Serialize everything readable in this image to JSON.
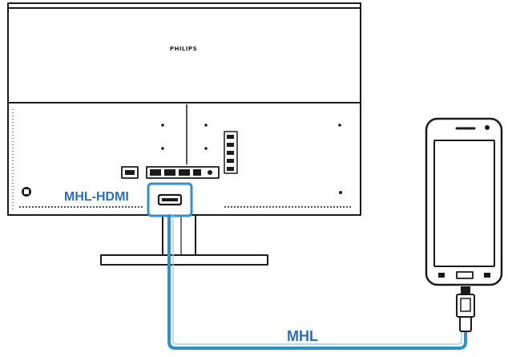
{
  "monitor": {
    "brand": "PHILIPS"
  },
  "labels": {
    "port": "MHL-HDMI",
    "cable": "MHL"
  },
  "colors": {
    "cable": "#2f8fd0",
    "label": "#2a6fb6",
    "outline": "#1a1a1a",
    "highlight": "#2f8fd0"
  },
  "icons": {
    "monitor": "monitor-rear-icon",
    "phone": "smartphone-icon",
    "connector": "micro-usb-connector-icon"
  }
}
